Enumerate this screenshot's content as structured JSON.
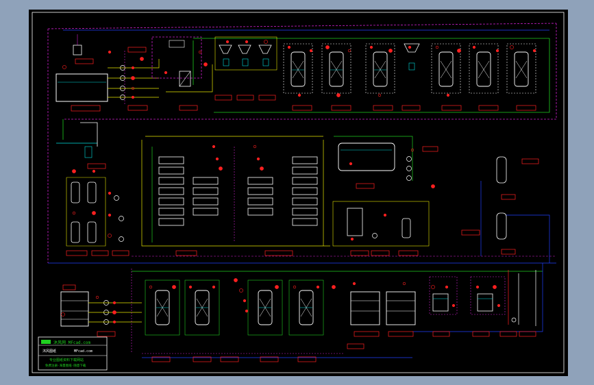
{
  "title_block": {
    "logo": "沐风网 MFcad.com",
    "line1": "沐风图纸",
    "line2": "MFcad.com",
    "line3": "专业图纸资料下载网站",
    "line4": "免费注册·海量图纸·随意下载"
  },
  "colors": {
    "background": "#000000",
    "viewport": "#8fa2ba",
    "pipe_magenta": "#d020d0",
    "pipe_yellow": "#e8e800",
    "pipe_green": "#20d020",
    "pipe_blue": "#2040ff",
    "equipment_white": "#ffffff",
    "valve_red": "#ff2020",
    "label_red": "#ff2020",
    "water_cyan": "#00e0e0"
  }
}
